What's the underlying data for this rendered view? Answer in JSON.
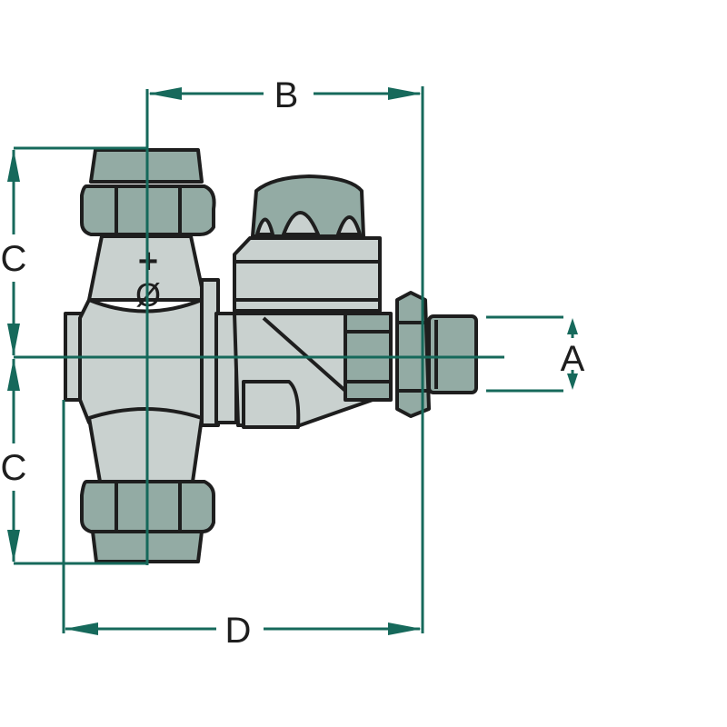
{
  "diagram": {
    "labels": {
      "A": "A",
      "B": "B",
      "C_top": "C",
      "C_bottom": "C",
      "D": "D",
      "diameter_symbol": "Ø",
      "plus_symbol": "+"
    },
    "colors": {
      "dimension_line": "#16695b",
      "body_light": "#c9d1cf",
      "body_dark": "#93aba4",
      "outline": "#1e1e1e"
    }
  }
}
